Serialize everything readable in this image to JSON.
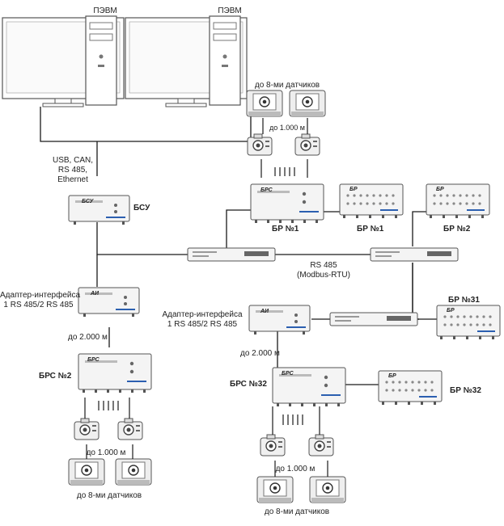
{
  "pc": {
    "left_label": "ПЭВМ",
    "right_label": "ПЭВМ"
  },
  "bsu": {
    "label": "БСУ",
    "panel_text": "БСУ",
    "interfaces": [
      "USB, CAN,",
      "RS 485,",
      "Ethernet"
    ]
  },
  "adapter_left": {
    "label_lines": [
      "Адаптер-интерфейса",
      "1 RS 485/2 RS 485"
    ],
    "panel_text": "АИ"
  },
  "adapter_right": {
    "label_lines": [
      "Адаптер-интерфейса",
      "1 RS 485/2 RS 485"
    ],
    "panel_text": "АИ"
  },
  "distances": {
    "top_sensors": "до 1.000 м",
    "left_adapter": "до 2.000 м",
    "right_adapter": "до 2.000 м",
    "bottom_left_sensors": "до 1.000 м",
    "bottom_right_sensors": "до 1.000 м"
  },
  "sensor_groups": {
    "top": "до 8-ми датчиков",
    "bottom_left": "до 8-ми датчиков",
    "bottom_right": "до 8-ми датчиков"
  },
  "devices": {
    "brs_top": {
      "label": "БР №1",
      "panel_text": "БРС"
    },
    "br1": {
      "label": "БР №1",
      "panel_text": "БР"
    },
    "br2": {
      "label": "БР №2",
      "panel_text": "БР"
    },
    "brs2": {
      "label": "БРС №2",
      "panel_text": "БРС"
    },
    "brs32": {
      "label": "БРС №32",
      "panel_text": "БРС"
    },
    "br31": {
      "label": "БР №31",
      "panel_text": "БР"
    },
    "br32": {
      "label": "БР №32",
      "panel_text": "БР"
    }
  },
  "bus": {
    "line1": "RS 485",
    "line2": "(Modbus-RTU)"
  },
  "colors": {
    "line": "#1a1a1a",
    "device_fill": "#f4f4f4",
    "device_stroke": "#555555"
  }
}
